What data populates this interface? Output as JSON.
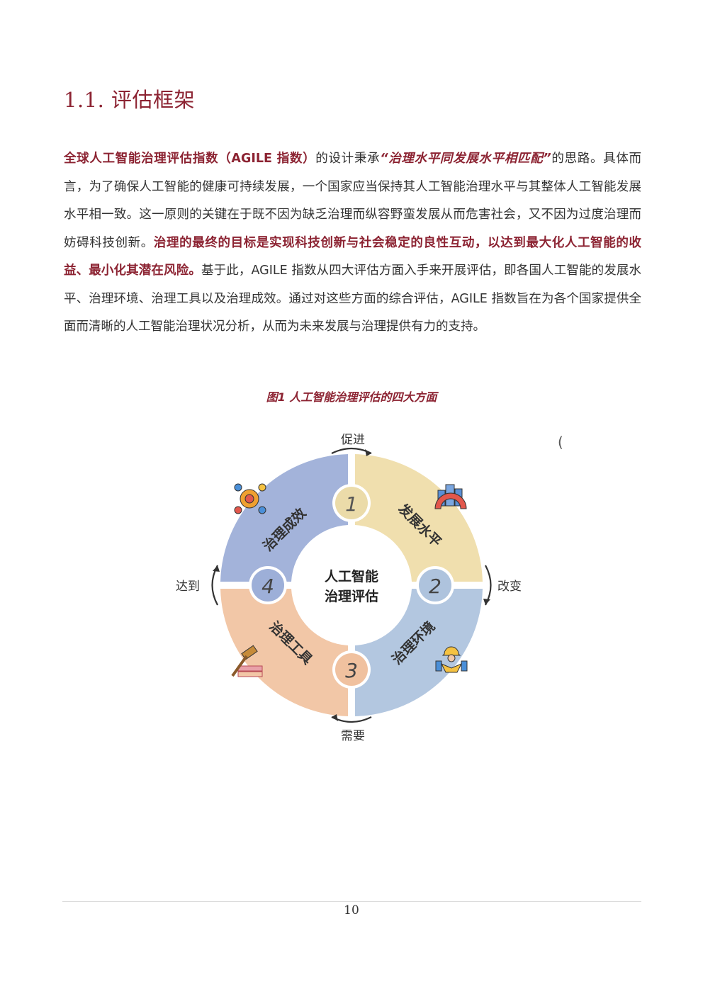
{
  "section": {
    "heading": "1.1. 评估框架"
  },
  "paragraph": {
    "s1": "全球人工智能治理评估指数（AGILE 指数）",
    "s2": "的设计秉承",
    "s3": "“治理水平同发展水平相匹配”",
    "s4": "的思路。具体而言，为了确保人工智能的健康可持续发展，一个国家应当保持其人工智能治理水平与其整体人工智能发展水平相一致。这一原则的关键在于既不因为缺乏治理而纵容野蛮发展从而危害社会，又不因为过度治理而妨碍科技创新。",
    "s5": "治理的最终的目标是实现科技创新与社会稳定的良性互动，以达到最大化人工智能的收益、最小化其潜在风险。",
    "s6": "基于此，AGILE 指数从四大评估方面入手来开展评估，即各国人工智能的发展水平、治理环境、治理工具以及治理成效。通过对这些方面的综合评估，AGILE 指数旨在为各个国家提供全面而清晰的人工智能治理状况分析，从而为未来发展与治理提供有力的支持。"
  },
  "figure": {
    "caption": "图1 人工智能治理评估的四大方面",
    "center_line1": "人工智能",
    "center_line2": "治理评估",
    "quadrants": [
      {
        "number": "1",
        "label": "发展水平",
        "color": "#f0dfae",
        "icon": "city-gear-icon"
      },
      {
        "number": "2",
        "label": "治理环境",
        "color": "#b3c7e0",
        "icon": "handshake-worker-icon"
      },
      {
        "number": "3",
        "label": "治理工具",
        "color": "#f2c7a7",
        "icon": "gavel-books-icon"
      },
      {
        "number": "4",
        "label": "治理成效",
        "color": "#a3b3da",
        "icon": "gear-metrics-icon"
      }
    ],
    "arrows": {
      "top": "促进",
      "right": "改变",
      "bottom": "需要",
      "left": "达到"
    },
    "stray_mark": "("
  },
  "footer": {
    "page_number": "10"
  }
}
